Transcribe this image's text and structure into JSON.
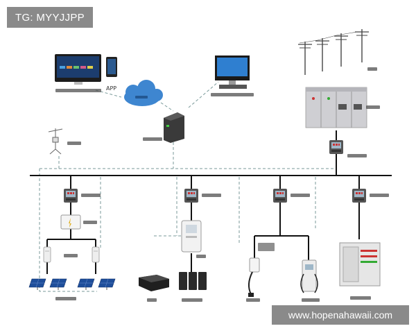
{
  "watermark_tag": "TG: MYYJJPP",
  "watermark_site": "www.hopenahawaii.com",
  "labels": {
    "app": "APP"
  },
  "colors": {
    "bus": "#111111",
    "dashed": "#7a9a9a",
    "cloud": "#3e86d0",
    "monitor_screen": "#2f7fd0",
    "solar_panel": "#1e4e9a",
    "cabinet": "#cfcfd3"
  },
  "icons": [
    "pc-monitor-icon",
    "phone-icon",
    "cloud-icon",
    "desktop-icon",
    "gateway-icon",
    "weather-station-icon",
    "power-pole-icon",
    "switchgear-icon",
    "power-meter-icon",
    "combiner-box-icon",
    "inverter-icon",
    "solar-panel-icon",
    "pcs-cabinet-icon",
    "ems-icon",
    "battery-icon",
    "ac-charger-icon",
    "dc-charger-icon",
    "distribution-cabinet-icon"
  ]
}
